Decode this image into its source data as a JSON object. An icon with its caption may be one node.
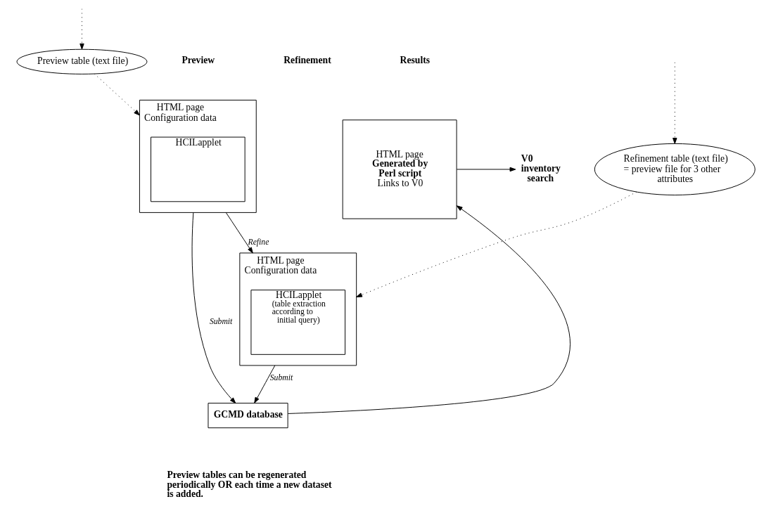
{
  "diagram": {
    "nodes": [
      {
        "text": [
          "HTML page",
          "Configuration data"
        ]
      },
      {
        "text": [
          "HCILapplet"
        ],
        "in": 0
      },
      {
        "text": [
          "HTML page",
          "Configuration data"
        ]
      },
      {
        "text": [
          "HCILapplet",
          "(table extraction according to initial query)"
        ],
        "in": 2
      },
      {
        "text": [
          "HTML page",
          "Generated by Perl script",
          "Links to V0"
        ]
      },
      {
        "text": [
          "V0 inventory search"
        ]
      },
      {
        "text": [
          "Preview table (text file)"
        ]
      },
      {
        "text": [
          "Refinement table (text file) = preview file for 3 other attributes"
        ]
      },
      {
        "text": [
          "GCMD database"
        ]
      }
    ],
    "edges": [
      {
        "from": 0,
        "to": 2,
        "arrow": "to",
        "label": "Refine"
      },
      {
        "from": 6,
        "to": 0,
        "arrow": "to",
        "style": "dashed"
      },
      {
        "from": 7,
        "to": 2,
        "arrow": "to",
        "style": "dashed"
      },
      {
        "from": null,
        "to": 6,
        "arrow": "to",
        "style": "dashed"
      },
      {
        "from": null,
        "to": 7,
        "arrow": "to",
        "style": "dashed"
      },
      {
        "from": 0,
        "to": 8,
        "arrow": "to",
        "label": "Submit"
      },
      {
        "from": 2,
        "to": 8,
        "arrow": "to",
        "label": "Submit"
      },
      {
        "from": 8,
        "to": 4,
        "arrow": "to"
      },
      {
        "from": 4,
        "to": 5,
        "arrow": "to"
      }
    ],
    "labels": [
      "Preview",
      "Refinement",
      "Results",
      "Preview tables can be regenerated periodically OR each time a new dataset is added."
    ]
  }
}
